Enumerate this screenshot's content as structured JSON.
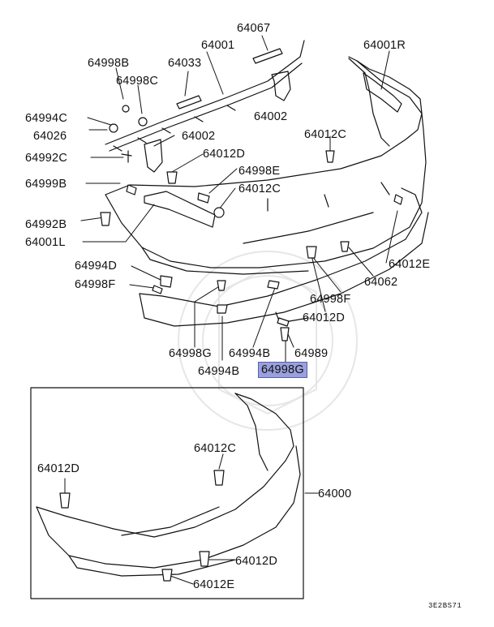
{
  "labels": {
    "p64067": "64067",
    "p64001": "64001",
    "p64001R": "64001R",
    "p64998B": "64998B",
    "p64033": "64033",
    "p64998C": "64998C",
    "p64994C": "64994C",
    "p64002a": "64002",
    "p64026": "64026",
    "p64002b": "64002",
    "p64012C_a": "64012C",
    "p64992C": "64992C",
    "p64012D_a": "64012D",
    "p64999B": "64999B",
    "p64998E": "64998E",
    "p64012C_b": "64012C",
    "p64992B": "64992B",
    "p64001L": "64001L",
    "p64012E_a": "64012E",
    "p64994D": "64994D",
    "p64062": "64062",
    "p64998F_a": "64998F",
    "p64998F_b": "64998F",
    "p64012D_b": "64012D",
    "p64998G_a": "64998G",
    "p64994B_a": "64994B",
    "p64989": "64989",
    "p64994B_b": "64994B",
    "p64998G_hl": "64998G",
    "p64012C_c": "64012C",
    "p64012D_c": "64012D",
    "p64000": "64000",
    "p64012D_d": "64012D",
    "p64012E_b": "64012E"
  },
  "code": "3E2BS71",
  "colors": {
    "highlight": "#9aa0dc",
    "line": "#111111"
  }
}
